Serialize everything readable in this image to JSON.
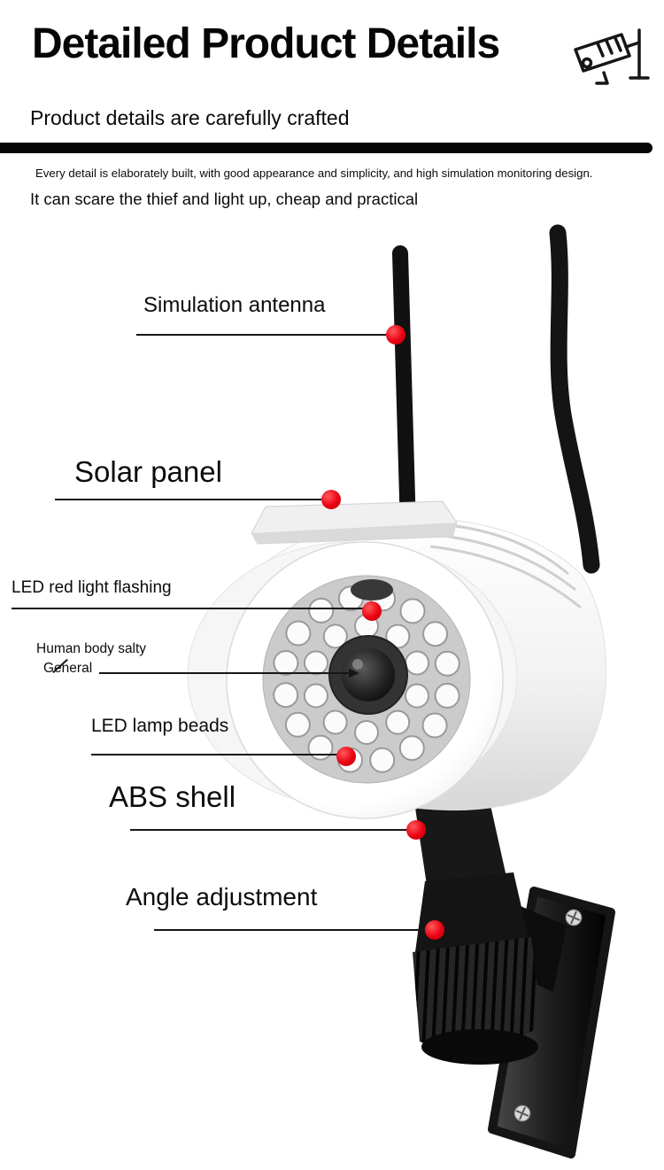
{
  "page": {
    "title": "Detailed Product Details",
    "subtitle": "Product details are carefully crafted",
    "note": "Every detail is elaborately built, with good appearance and simplicity, and high simulation monitoring design.",
    "tagline": "It can scare the thief and light up, cheap and practical"
  },
  "callouts": [
    {
      "label": "Simulation antenna"
    },
    {
      "label": "Solar panel"
    },
    {
      "label": "LED red light flashing"
    },
    {
      "label": "Human body salty",
      "label2": "General"
    },
    {
      "label": "LED lamp beads"
    },
    {
      "label": "ABS shell"
    },
    {
      "label": "Angle adjustment"
    }
  ],
  "colors": {
    "marker_red": "#ea0013",
    "text_black": "#111111",
    "divider_black": "#060606"
  },
  "icons": {
    "header": "cctv-camera-icon"
  }
}
